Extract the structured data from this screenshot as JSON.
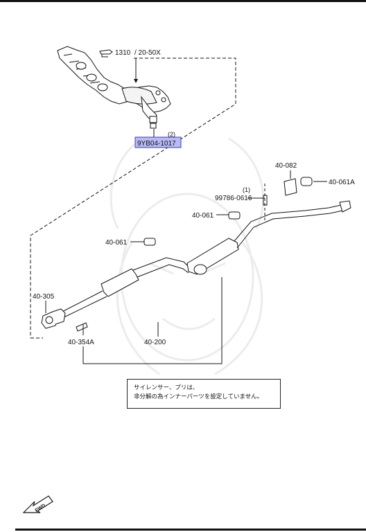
{
  "callouts": {
    "ref": "1310",
    "ref_suffix": "/ 20-50X",
    "highlighted_part": "9YB04-1017",
    "highlighted_qty": "(2)",
    "p40_082": "40-082",
    "p40_061A": "40-061A",
    "qty_1": "(1)",
    "p99786": "99786-0616",
    "p40_061_upper": "40-061",
    "p40_061_lower": "40-061",
    "p40_305": "40-305",
    "p40_354A": "40-354A",
    "p40_200": "40-200"
  },
  "note": {
    "line1": "サイレンサー、プリは、",
    "line2": "非分解の為インナーパーツを設定していません。"
  },
  "colors": {
    "highlight_fill": "#b9b9f5",
    "highlight_border": "#3a3ad0",
    "line": "#111111"
  },
  "icons": {
    "pointer": "pointing-hand-icon",
    "fwd": "fwd-arrow-icon"
  },
  "fwd_label": "FWD"
}
